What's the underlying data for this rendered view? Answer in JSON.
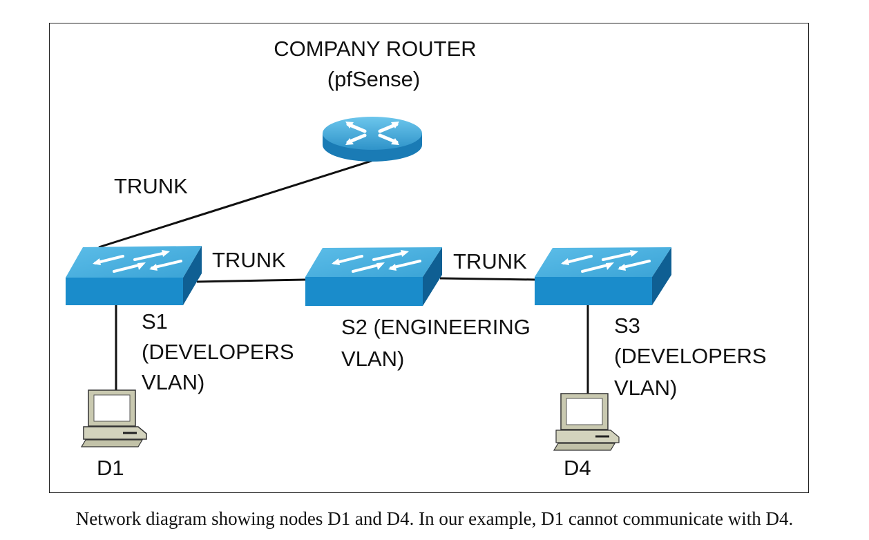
{
  "router": {
    "title": "COMPANY ROUTER",
    "subtitle": "(pfSense)"
  },
  "links": {
    "router_s1": "TRUNK",
    "s1_s2": "TRUNK",
    "s2_s3": "TRUNK"
  },
  "switches": [
    {
      "id": "S1",
      "lines": [
        "S1",
        "(DEVELOPERS",
        "VLAN)"
      ]
    },
    {
      "id": "S2",
      "lines": [
        "S2 (ENGINEERING",
        "VLAN)"
      ]
    },
    {
      "id": "S3",
      "lines": [
        "S3",
        "(DEVELOPERS",
        "VLAN)"
      ]
    }
  ],
  "devices": [
    {
      "id": "D1",
      "label": "D1"
    },
    {
      "id": "D4",
      "label": "D4"
    }
  ],
  "caption": "Network diagram showing nodes D1 and D4. In our example, D1 cannot communicate with D4.",
  "colors": {
    "device_top": "#4fb6e4",
    "device_side": "#1a7bb5",
    "device_dark": "#0f5f93",
    "pc_body": "#d3d3bd",
    "line": "#111111"
  }
}
